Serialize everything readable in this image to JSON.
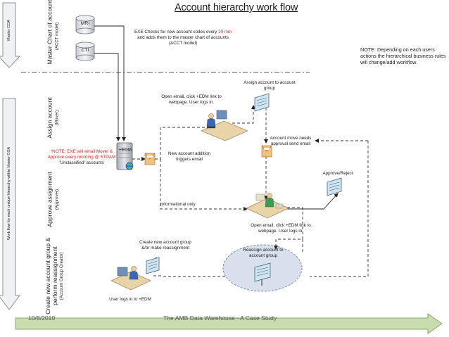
{
  "title": "Account hierarchy work flow",
  "side_labels": {
    "top": "Master COA",
    "bottom": "Work flow for each unique hierarchy within Master COA"
  },
  "lanes": [
    {
      "title": "Master Chart of accounts",
      "role": "(ACCT model)"
    },
    {
      "title": "Assign account",
      "role": "(Mover)"
    },
    {
      "title": "Approve assignment",
      "role": "(Approver)"
    },
    {
      "title": "Create new account group & perform reassignment",
      "role": "(Account Group Creator)"
    }
  ],
  "databases": {
    "mri": "MRI",
    "cti": "CTI"
  },
  "server_label": "+EDM",
  "notes": {
    "exe_check_pre": "EXE Checks for new account codes every ",
    "exe_check_red": "10 min",
    "exe_check_post": " and adds them to the master chart of accounts (ACCT model)",
    "depending": "NOTE: Depending on each users actions the hierarchical business rules will change/add workflow.",
    "exe_email_red": "*NOTE: EXE will email Mover & Approve every morning @ 5:00AM",
    "exe_email_post": "'Unclassified' accounts"
  },
  "labels": {
    "assign_group": "Assign account to account group",
    "open_email_assign": "Open email, click +EDM link to webpage. User logs in.",
    "new_account_email": "New account addition triggers email",
    "account_move": "Account move needs approval send email",
    "approve_reject": "Approve/Reject",
    "informational": "Informational only",
    "open_email_approve": "Open email, click +EDM link to webpage. User logs in.",
    "create_group": "Create new account group &/or make reassignment",
    "reassign": "Reassign account to account group",
    "user_logs_in": "User logs in to +EDM"
  },
  "footer": {
    "date": "10/8/2010",
    "caption": "The AMB Data Warehouse - A Case Study"
  },
  "colors": {
    "arrow_fill": "#f0f1f4",
    "arrow_stroke": "#8a8f99",
    "footer_arrow": "#c8dcae",
    "footer_arrow_stroke": "#8aa86e",
    "ellipse": "#d8e0ee"
  }
}
